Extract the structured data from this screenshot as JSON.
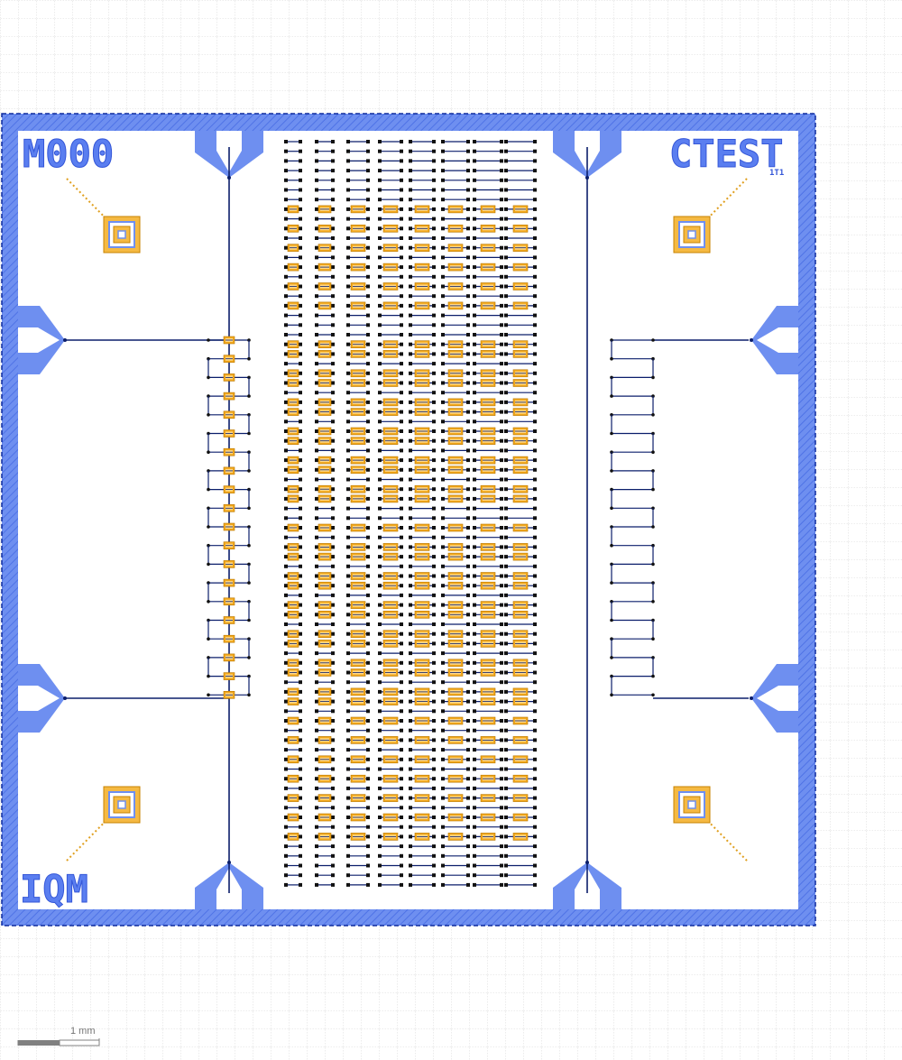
{
  "chip": {
    "labels": {
      "top_left": "M000",
      "top_right": "CTEST",
      "top_right_sub": "1T1",
      "bottom_left": "IQM"
    }
  },
  "scale_bar": {
    "label": "1 mm"
  },
  "colors": {
    "background": "#ffffff",
    "grid": "#c8c8c8",
    "metal": "#6e8ff0",
    "metal_hatch": "#4f73e6",
    "dashed_outline": "#0d2a9e",
    "wire": "#0b1e6b",
    "junction_pad": "#f2a81d",
    "junction_pad_inner": "#ffd98a",
    "marker_dots": "#e0a020",
    "scale_bar": "#808080"
  },
  "icons": {
    "corner_marker": "alignment-marker-icon",
    "launcher": "launcher-pad-icon"
  }
}
